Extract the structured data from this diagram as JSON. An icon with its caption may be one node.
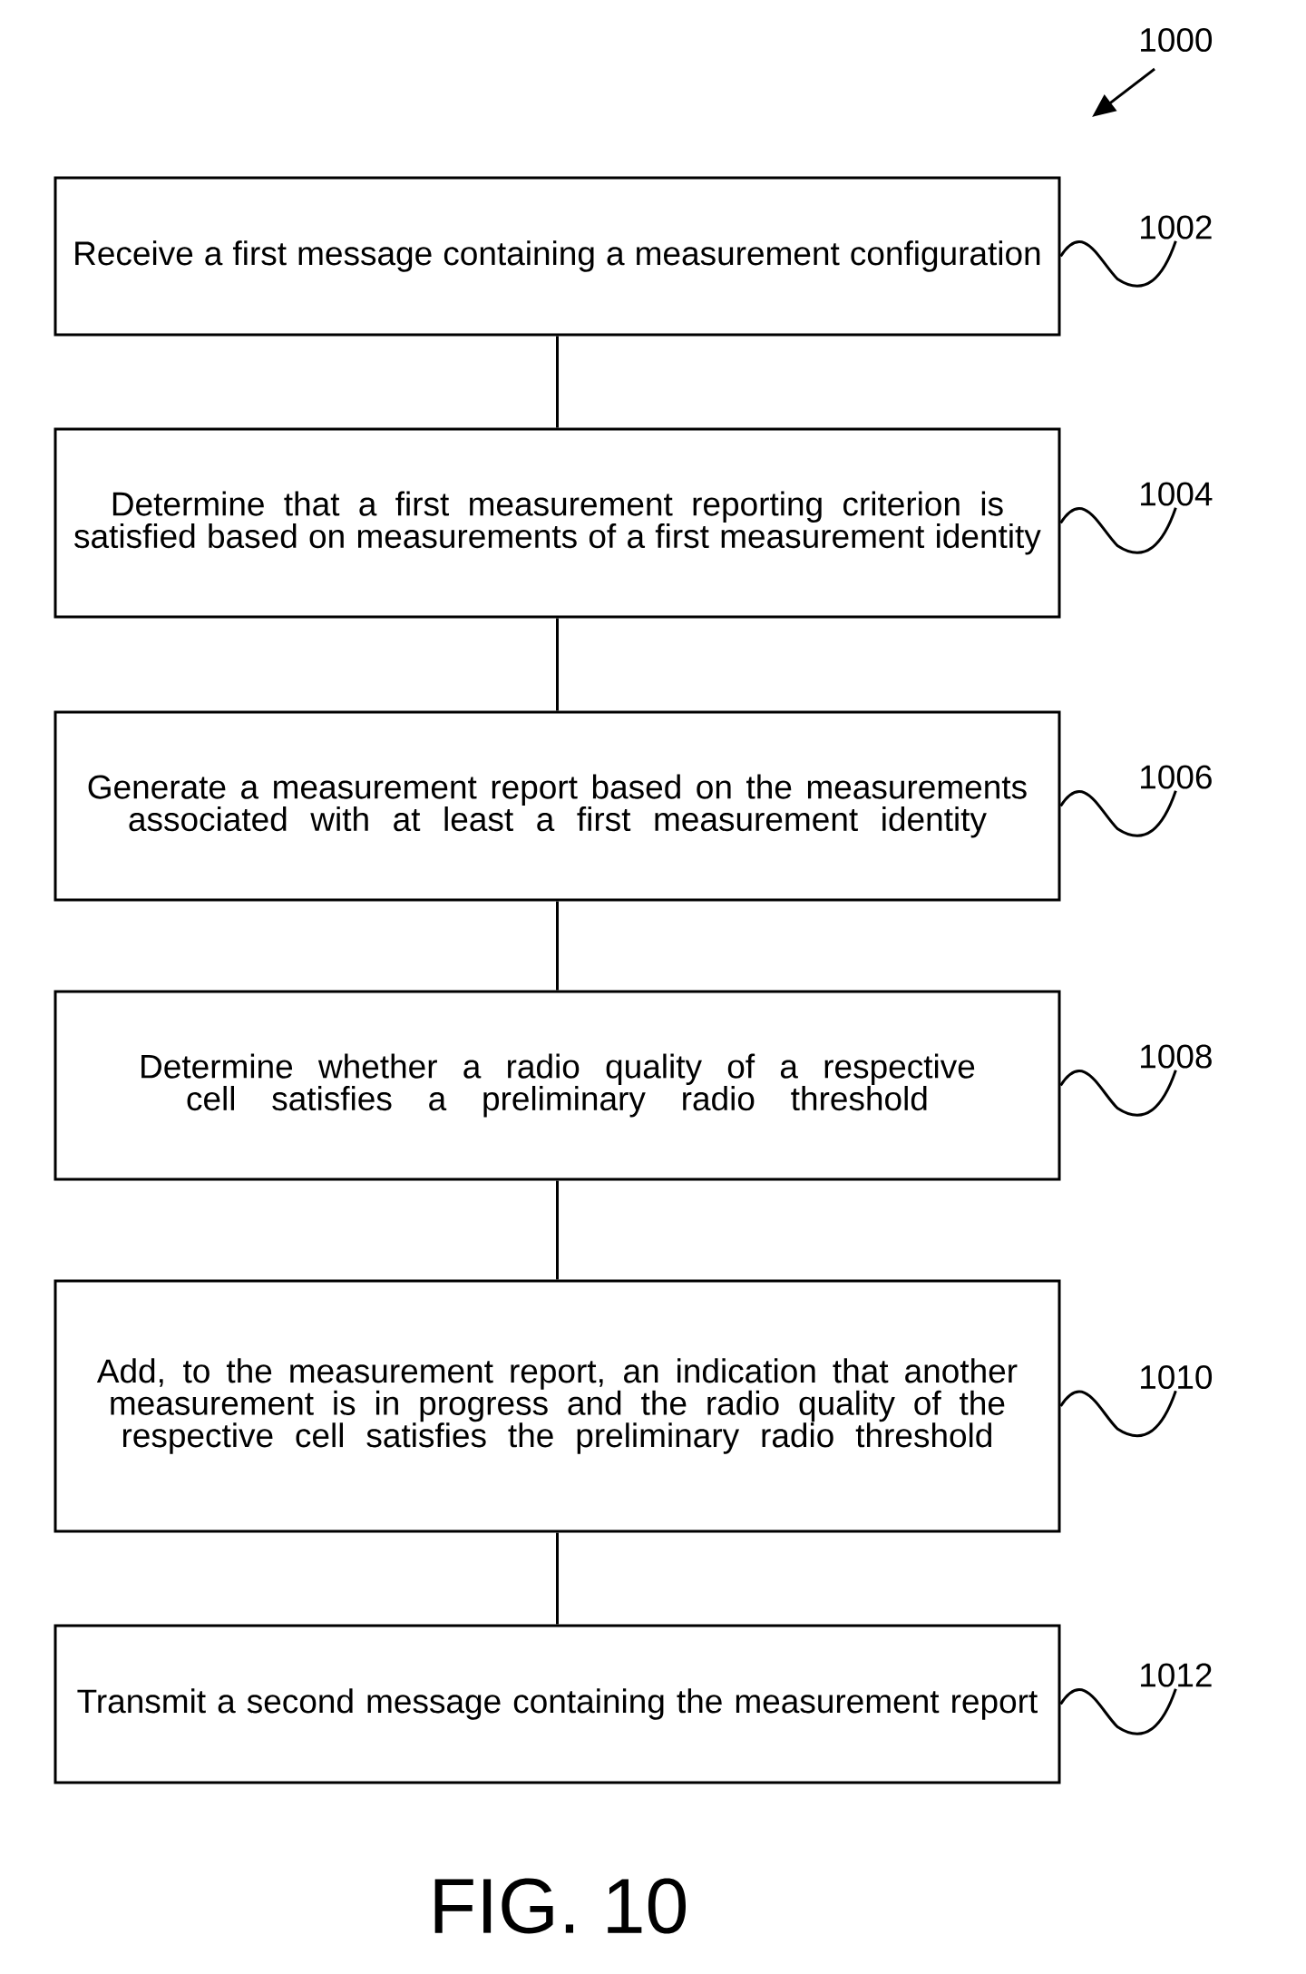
{
  "diagram": {
    "caption": "FIG. 10",
    "nodes": [
      {
        "text": [
          "Receive a first message containing a measurement configuration"
        ]
      },
      {
        "text": [
          "Determine that a first measurement reporting criterion is satisfied based on measurements of a first measurement identity"
        ]
      },
      {
        "text": [
          "Generate a measurement report based on the measurements associated with at least a first measurement identity"
        ]
      },
      {
        "text": [
          "Determine whether a radio quality of a respective cell satisfies a preliminary radio threshold"
        ]
      },
      {
        "text": [
          "Add, to the measurement report, an indication that another measurement is in progress and the radio quality of the respective cell satisfies the preliminary radio threshold"
        ]
      },
      {
        "text": [
          "Transmit a second message containing the measurement report"
        ]
      },
      {
        "text": [
          "1002"
        ]
      },
      {
        "text": [
          "1004"
        ]
      },
      {
        "text": [
          "1006"
        ]
      },
      {
        "text": [
          "1008"
        ]
      },
      {
        "text": [
          "1010"
        ]
      },
      {
        "text": [
          "1012"
        ]
      }
    ],
    "edges": [
      {
        "from": 0,
        "to": 1,
        "arrow": "none"
      },
      {
        "from": 1,
        "to": 2,
        "arrow": "none"
      },
      {
        "from": 2,
        "to": 3,
        "arrow": "none"
      },
      {
        "from": 3,
        "to": 4,
        "arrow": "none"
      },
      {
        "from": 4,
        "to": 5,
        "arrow": "none"
      },
      {
        "from": 6,
        "to": 0,
        "arrow": "none"
      },
      {
        "from": 7,
        "to": 1,
        "arrow": "none"
      },
      {
        "from": 8,
        "to": 2,
        "arrow": "none"
      },
      {
        "from": 9,
        "to": 3,
        "arrow": "none"
      },
      {
        "from": 10,
        "to": 4,
        "arrow": "none"
      },
      {
        "from": 11,
        "to": 5,
        "arrow": "none"
      }
    ],
    "labels": [
      "1000"
    ]
  }
}
